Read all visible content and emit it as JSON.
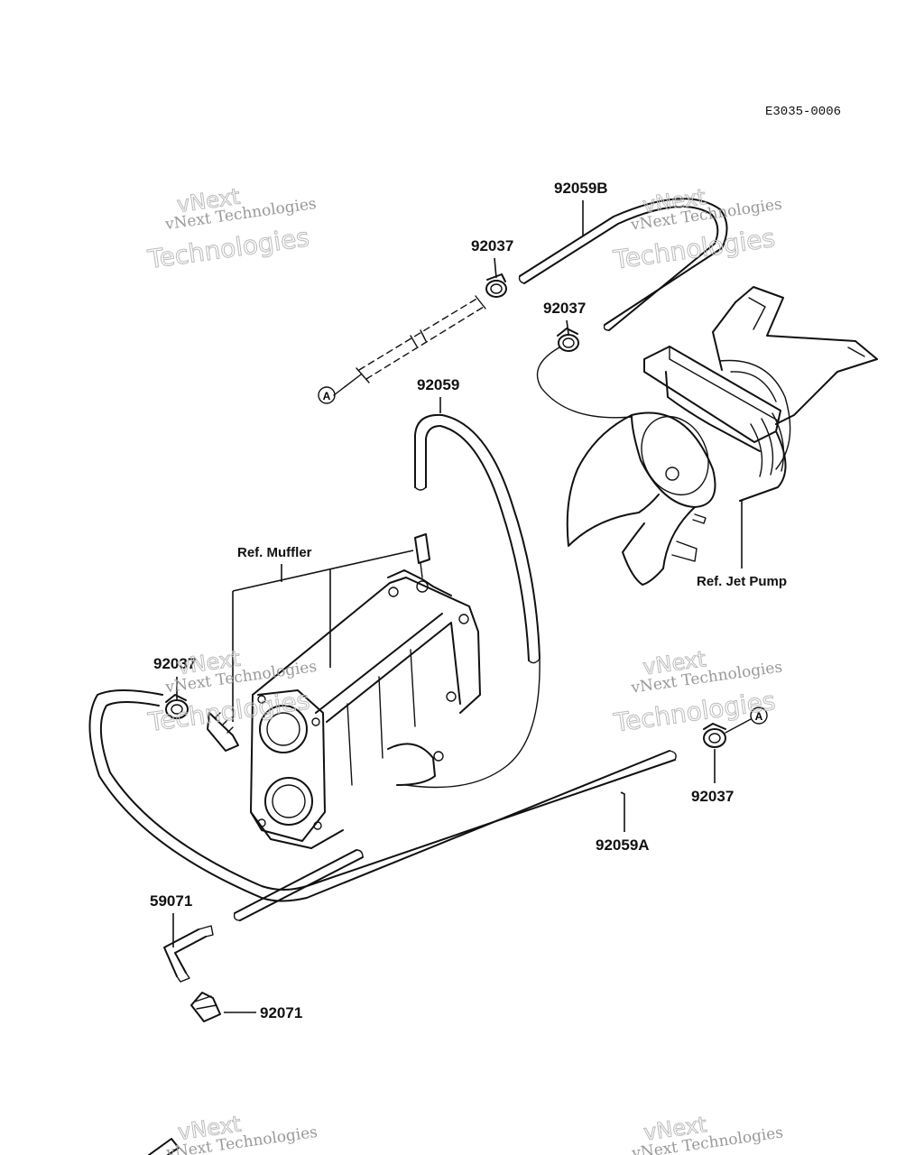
{
  "drawing_code": "E3035-0006",
  "callouts": {
    "c1": "92059B",
    "c2": "92037",
    "c3": "92037",
    "c4": "92059",
    "c5": "Ref. Muffler",
    "c6": "Ref. Jet Pump",
    "c7": "92037",
    "c8": "92037",
    "c9": "92059A",
    "c10": "59071",
    "c11": "92071"
  },
  "markers": {
    "a1": "A",
    "a2": "A"
  },
  "watermark": {
    "line1": "vNext Technologies",
    "line2": "vNext",
    "line3": "Technologies"
  }
}
